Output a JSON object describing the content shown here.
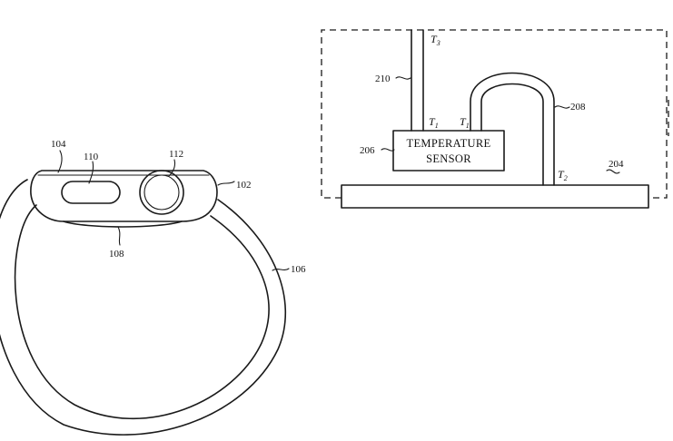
{
  "watch_figure": {
    "labels": {
      "housing": "104",
      "button": "110",
      "crown": "112",
      "device": "102",
      "sensor_surface": "108",
      "band": "106"
    }
  },
  "sensor_figure": {
    "labels": {
      "conductor": "210",
      "sensor": "206",
      "loop": "208",
      "substrate": "204"
    },
    "sensor_box": {
      "line1": "TEMPERATURE",
      "line2": "SENSOR"
    },
    "temperatures": {
      "t3": {
        "base": "T",
        "sub": "3"
      },
      "t1_left": {
        "base": "T",
        "sub": "1"
      },
      "t1_right": {
        "base": "T",
        "sub": "1"
      },
      "t2": {
        "base": "T",
        "sub": "2"
      }
    }
  }
}
